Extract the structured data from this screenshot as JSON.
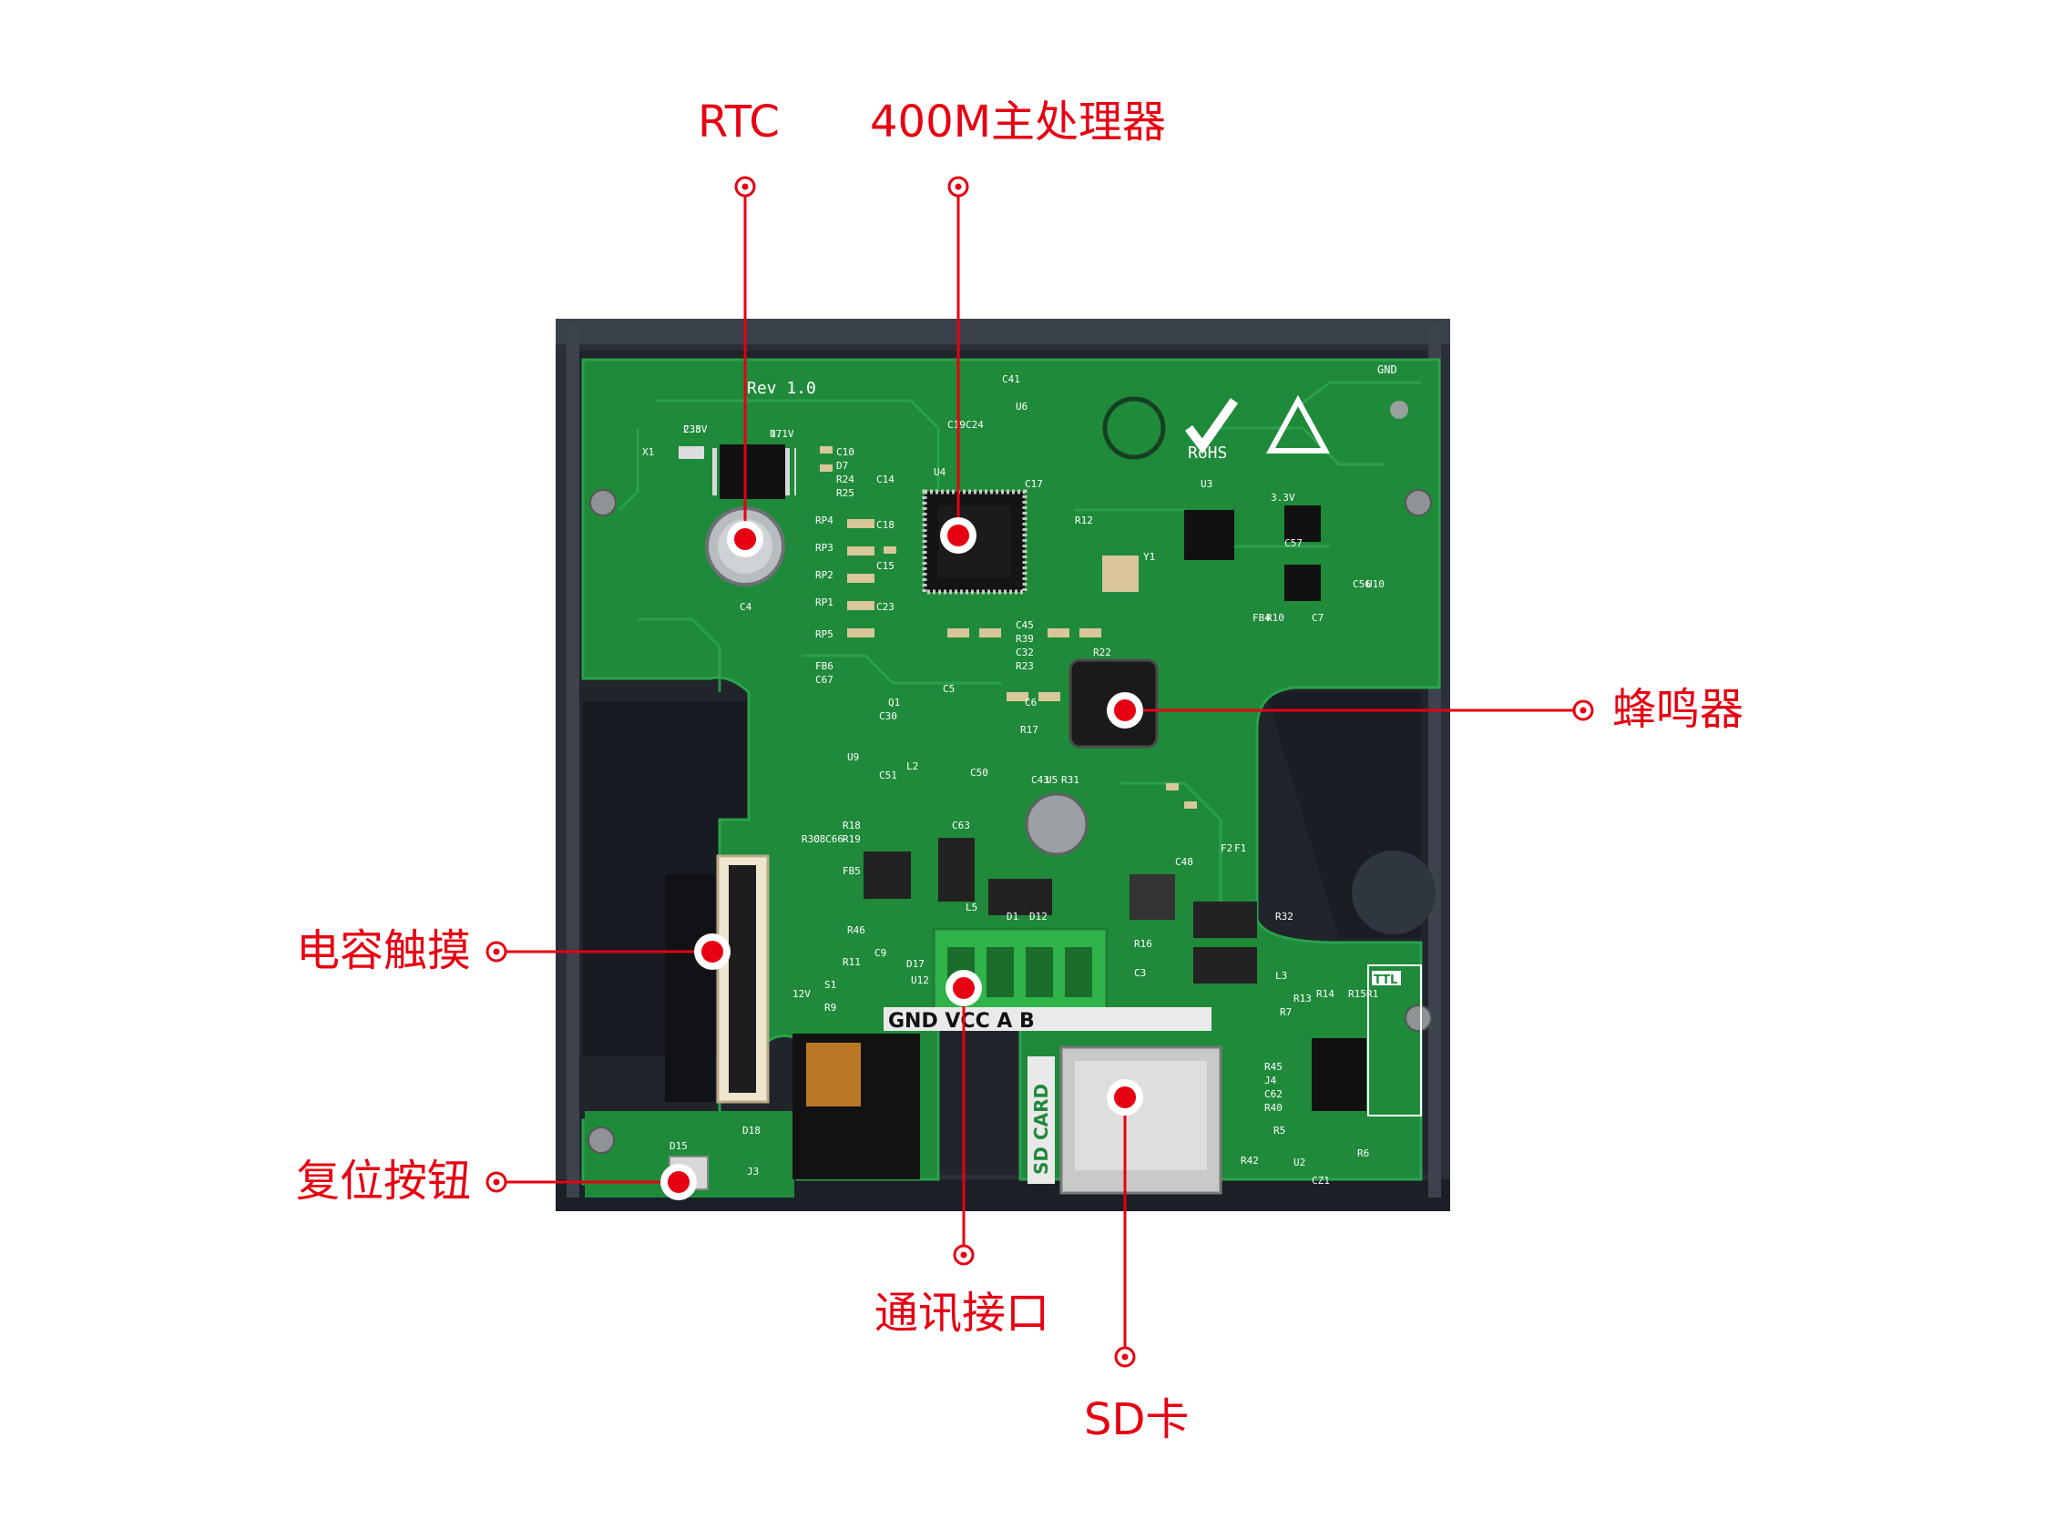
{
  "colors": {
    "callout": "#e60012",
    "pcb": "#1f8a3a",
    "enclosure": "#2a2f38",
    "silkscreen": "#ffffff"
  },
  "callouts": [
    {
      "id": "rtc",
      "label": "RTC"
    },
    {
      "id": "cpu",
      "label": "400M主处理器"
    },
    {
      "id": "buzzer",
      "label": "蜂鸣器"
    },
    {
      "id": "touch",
      "label": "电容触摸"
    },
    {
      "id": "reset",
      "label": "复位按钮"
    },
    {
      "id": "comm",
      "label": "通讯接口"
    },
    {
      "id": "sd",
      "label": "SD卡"
    }
  ],
  "board": {
    "revision": "Rev 1.0",
    "terminal_labels": "GND VCC A B",
    "sd_card_silk": "SD CARD",
    "rohs": "RoHS",
    "ttl": "TTL",
    "gnd": "GND",
    "silk_refs": [
      "C38",
      "U7",
      "X1",
      "C10",
      "D7",
      "R24",
      "R25",
      "RP4",
      "RP3",
      "RP2",
      "RP1",
      "RP5",
      "FB6",
      "C67",
      "C4",
      "C14",
      "C18",
      "C15",
      "C23",
      "U4",
      "C19",
      "C24",
      "C41",
      "U6",
      "C17",
      "R12",
      "Y1",
      "U3",
      "3.3V",
      "C57",
      "FB4",
      "R10",
      "C7",
      "C56",
      "U10",
      "C45",
      "R39",
      "C32",
      "R23",
      "R22",
      "C30",
      "Q1",
      "L2",
      "C51",
      "U9",
      "C50",
      "R17",
      "C43",
      "U5",
      "R31",
      "R30",
      "C8",
      "C66",
      "R18",
      "R19",
      "FB5",
      "C63",
      "L5",
      "D1",
      "D12",
      "C48",
      "R32",
      "L3",
      "D18",
      "D15",
      "J3",
      "R11",
      "S1",
      "R9",
      "12V",
      "R46",
      "C9",
      "D17",
      "U12",
      "R45",
      "J4",
      "C62",
      "R40",
      "R5",
      "R42",
      "U2",
      "CZ1",
      "R6",
      "R13",
      "R14",
      "R15",
      "R1",
      "R7",
      "R16",
      "C3",
      "F2",
      "F1",
      "C5",
      "C6",
      "2.5V",
      "1.1V"
    ]
  }
}
